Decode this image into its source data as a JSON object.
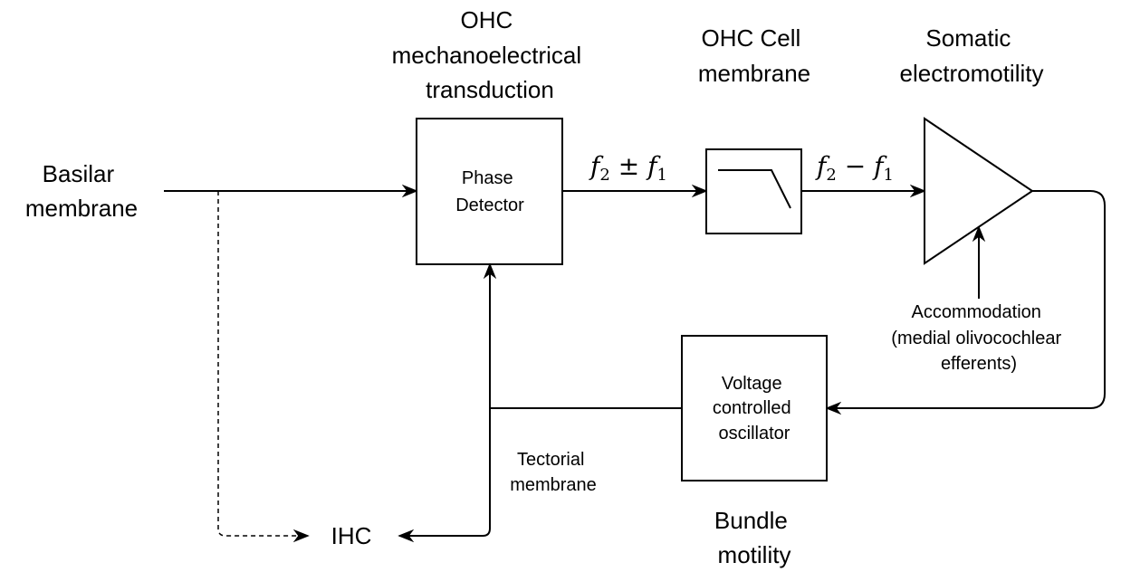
{
  "labels": {
    "basilar_line1": "Basilar",
    "basilar_line2": "membrane",
    "ohc_mt_line1": "OHC",
    "ohc_mt_line2": "mechanoelectrical",
    "ohc_mt_line3": "transduction",
    "ohc_cell_line1": "OHC Cell",
    "ohc_cell_line2": "membrane",
    "somatic_line1": "Somatic",
    "somatic_line2": "electromotility",
    "phase_line1": "Phase",
    "phase_line2": "Detector",
    "vco_line1": "Voltage",
    "vco_line2": "controlled",
    "vco_line3": "oscillator",
    "accom_line1": "Accommodation",
    "accom_line2": "(medial olivocochlear",
    "accom_line3": "efferents)",
    "tectorial_line1": "Tectorial",
    "tectorial_line2": "membrane",
    "bundle_line1": "Bundle",
    "bundle_line2": "motility",
    "ihc": "IHC"
  },
  "math": {
    "sum_f": "f",
    "sum_sub2": "2",
    "sum_op": " ± ",
    "sum_f2": "f",
    "sum_sub1": "1",
    "diff_f": "f",
    "diff_sub2": "2",
    "diff_op": " − ",
    "diff_f2": "f",
    "diff_sub1": "1"
  }
}
